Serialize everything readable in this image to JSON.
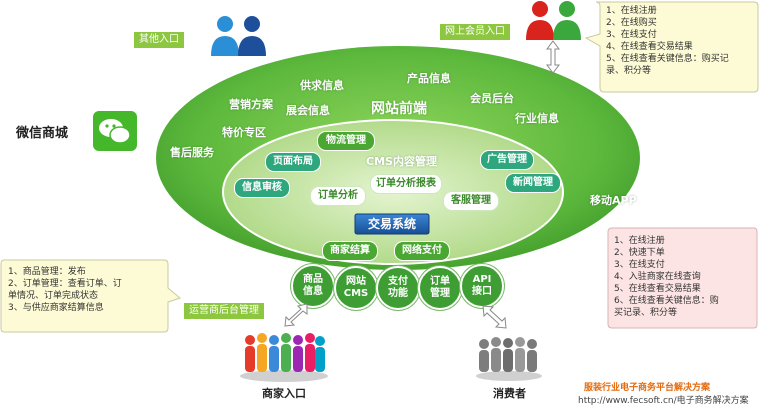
{
  "colors": {
    "ellipse_green": "#5cb83c",
    "inner_green": "#b5dc8f",
    "trade_blue": "#1e5fa8",
    "tag_green": "#8dc63f",
    "note_yellow": "#fdfbd5",
    "note_pink": "#fde4e4",
    "footer_orange": "#e36b10"
  },
  "entries": {
    "other": "其他入口",
    "member": "网上会员入口",
    "wechat": "微信商城",
    "operator": "运营商后台管理",
    "merchant": "商家入口",
    "consumer": "消费者",
    "mobile": "移动APP"
  },
  "outer_labels": {
    "supply": "供求信息",
    "product": "产品信息",
    "marketing": "营销方案",
    "exhibit": "展会信息",
    "front": "网站前端",
    "member_back": "会员后台",
    "special": "特价专区",
    "industry": "行业信息",
    "after_sale": "售后服务"
  },
  "inner_pills": {
    "logistics": "物流管理",
    "cms": "CMS内容管理",
    "page_layout": "页面布局",
    "ads": "广告管理",
    "audit": "信息审核",
    "news": "新闻管理",
    "order_analysis": "订单分析",
    "order_report": "订单分析报表",
    "customer": "客服管理",
    "trade_system": "交易系统",
    "merchant_settle": "商家结算",
    "online_pay": "网络支付"
  },
  "circles": [
    "商品\n信息",
    "网站\nCMS",
    "支付\n功能",
    "订单\n管理",
    "API\n接口"
  ],
  "notes": {
    "member": [
      "1、在线注册",
      "2、在线购买",
      "3、在线支付",
      "4、在线查看交易结果",
      "5、在线查看关键信息：购买记",
      "录、积分等"
    ],
    "operator": [
      "1、商品管理：发布",
      "2、订单管理：查看订单、订",
      "单情况、订单完成状态",
      "3、与供应商家结算信息"
    ],
    "mobile": [
      "1、在线注册",
      "2、快速下单",
      "3、在线支付",
      "4、入驻商家在线查询",
      "5、在线查看交易结果",
      "6、在线查看关键信息：购",
      "买记录、积分等"
    ]
  },
  "footer": {
    "title": "服装行业电子商务平台解决方案",
    "url": "http://www.fecsoft.cn/电子商务解决方案"
  },
  "icons": {
    "people_pair": "two-person-icon",
    "wechat": "wechat-logo-icon",
    "crowd": "crowd-icon",
    "arrow": "double-arrow-icon"
  }
}
